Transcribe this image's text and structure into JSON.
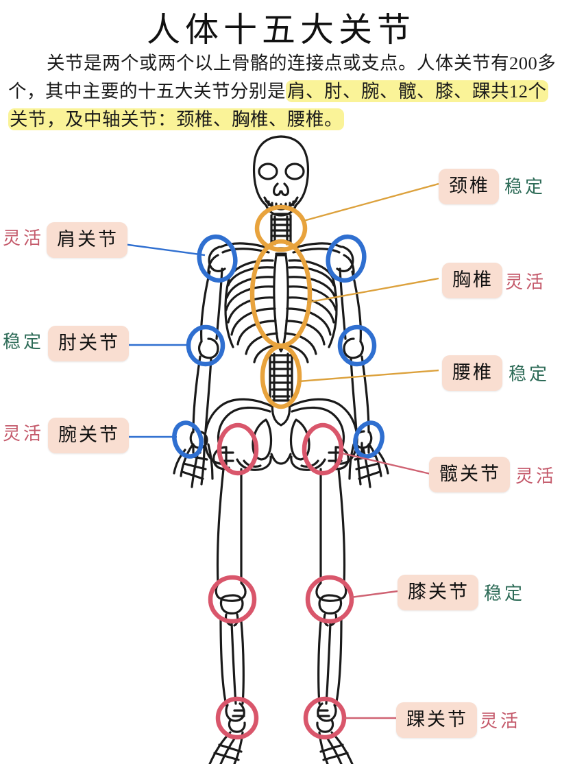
{
  "header": {
    "title": "人体十五大关节",
    "paragraph_plain_1": "关节是两个或两个以上骨骼的连接点或支点。人体关节有200多个，其中主要的十五大关节分别是",
    "paragraph_highlight_1": "肩、肘、腕、髋、膝、踝共12个关节，及中轴关节：颈椎、胸椎、腰椎。",
    "highlight_color": "#faf398"
  },
  "legend": {
    "stable_text": "稳定",
    "flexible_text": "灵活",
    "stable_color": "#2d6b57",
    "flexible_color": "#c4596a"
  },
  "colors": {
    "chip_bg": "#f9ded1",
    "blue_circle": "#2f6fd0",
    "orange_circle": "#e8a33d",
    "red_circle": "#d9566b",
    "bone_stroke": "#1a1a1a"
  },
  "labels": [
    {
      "id": "shoulder",
      "name": "肩关节",
      "quality": "灵活",
      "quality_kind": "flexible",
      "side": "left",
      "connector_color": "#2f6fd0"
    },
    {
      "id": "elbow",
      "name": "肘关节",
      "quality": "稳定",
      "quality_kind": "stable",
      "side": "left",
      "connector_color": "#2f6fd0"
    },
    {
      "id": "wrist",
      "name": "腕关节",
      "quality": "灵活",
      "quality_kind": "flexible",
      "side": "left",
      "connector_color": "#2f6fd0"
    },
    {
      "id": "cervical",
      "name": "颈椎",
      "quality": "稳定",
      "quality_kind": "stable",
      "side": "right",
      "connector_color": "#e8a33d"
    },
    {
      "id": "thoracic",
      "name": "胸椎",
      "quality": "灵活",
      "quality_kind": "flexible",
      "side": "right",
      "connector_color": "#e8a33d"
    },
    {
      "id": "lumbar",
      "name": "腰椎",
      "quality": "稳定",
      "quality_kind": "stable",
      "side": "right",
      "connector_color": "#e8a33d"
    },
    {
      "id": "hip",
      "name": "髋关节",
      "quality": "灵活",
      "quality_kind": "flexible",
      "side": "right",
      "connector_color": "#d9566b"
    },
    {
      "id": "knee",
      "name": "膝关节",
      "quality": "稳定",
      "quality_kind": "stable",
      "side": "right",
      "connector_color": "#d9566b"
    },
    {
      "id": "ankle",
      "name": "踝关节",
      "quality": "灵活",
      "quality_kind": "flexible",
      "side": "right",
      "connector_color": "#d9566b"
    }
  ]
}
